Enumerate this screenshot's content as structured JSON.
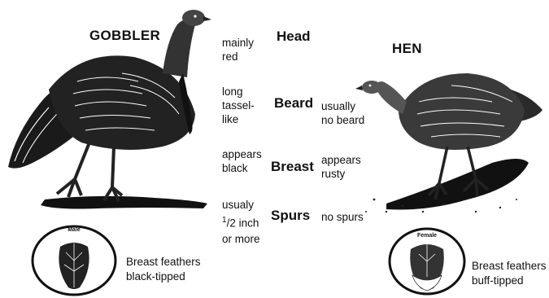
{
  "gobbler": {
    "title": "GOBBLER",
    "head": "mainly\nred",
    "beard": "long\ntassel-\nlike",
    "breast": "appears\nblack",
    "spurs": "usualy\n1/2 inch\nor more",
    "spurs_parts": [
      "usualy",
      "1",
      "/2 inch",
      "or more"
    ],
    "feather_label": "Male",
    "feather_caption": [
      "Breast feathers",
      "black-tipped"
    ]
  },
  "hen": {
    "title": "HEN",
    "beard": [
      "usually",
      "no beard"
    ],
    "breast": [
      "appears",
      "rusty"
    ],
    "spurs": "no spurs",
    "feather_label": "Female",
    "feather_caption": [
      "Breast feathers",
      "buff-tipped"
    ]
  },
  "features": {
    "head": "Head",
    "beard": "Beard",
    "breast": "Breast",
    "spurs": "Spurs"
  },
  "icons": {
    "gobbler_illustration": "turkey-gobbler-icon",
    "hen_illustration": "turkey-hen-icon",
    "male_feather": "breast-feather-icon",
    "female_feather": "breast-feather-icon"
  }
}
